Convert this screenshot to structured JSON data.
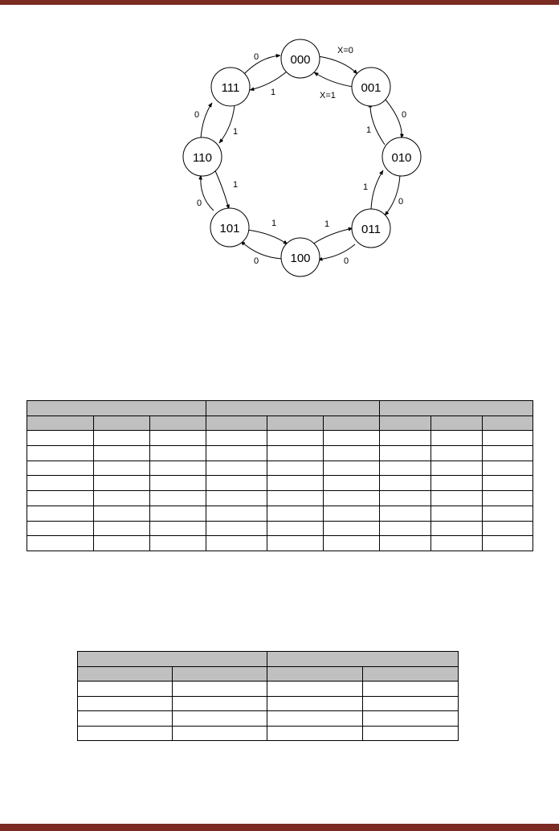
{
  "colors": {
    "bar": "#7b2b22",
    "header_fill": "#c0c0c0",
    "line": "#000000"
  },
  "state_diagram": {
    "states": [
      "000",
      "001",
      "010",
      "011",
      "100",
      "101",
      "110",
      "111"
    ],
    "transition_labels": {
      "x0": "X=0",
      "x1": "X=1",
      "s001_010": "0",
      "s010_001": "1",
      "s010_011": "0",
      "s011_010": "1",
      "s011_100": "0",
      "s100_011": "1",
      "s100_101": "0",
      "s101_100": "1",
      "s101_110": "0",
      "s110_101": "1",
      "s110_111": "0",
      "s111_110": "1",
      "s111_000": "0",
      "s000_111": "1"
    }
  },
  "state_table": {
    "group_headers": [
      "",
      "",
      ""
    ],
    "column_headers": [
      "",
      "",
      "",
      "",
      "",
      "",
      "",
      "",
      ""
    ],
    "rows": [
      [
        "",
        "",
        "",
        "",
        "",
        "",
        "",
        "",
        ""
      ],
      [
        "",
        "",
        "",
        "",
        "",
        "",
        "",
        "",
        ""
      ],
      [
        "",
        "",
        "",
        "",
        "",
        "",
        "",
        "",
        ""
      ],
      [
        "",
        "",
        "",
        "",
        "",
        "",
        "",
        "",
        ""
      ],
      [
        "",
        "",
        "",
        "",
        "",
        "",
        "",
        "",
        ""
      ],
      [
        "",
        "",
        "",
        "",
        "",
        "",
        "",
        "",
        ""
      ],
      [
        "",
        "",
        "",
        "",
        "",
        "",
        "",
        "",
        ""
      ],
      [
        "",
        "",
        "",
        "",
        "",
        "",
        "",
        "",
        ""
      ]
    ]
  },
  "excitation_table": {
    "group_headers": [
      "",
      ""
    ],
    "column_headers": [
      "",
      "",
      "",
      ""
    ],
    "rows": [
      [
        "",
        "",
        "",
        ""
      ],
      [
        "",
        "",
        "",
        ""
      ],
      [
        "",
        "",
        "",
        ""
      ],
      [
        "",
        "",
        "",
        ""
      ]
    ]
  }
}
